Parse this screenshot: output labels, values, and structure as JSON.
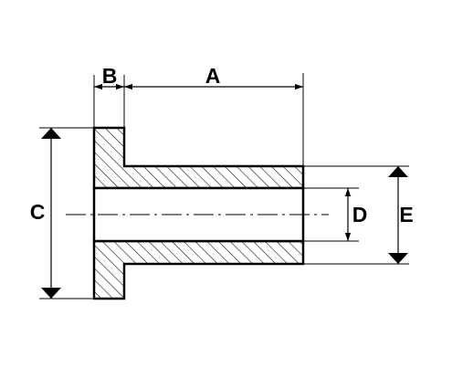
{
  "diagram": {
    "labels": {
      "A": "A",
      "B": "B",
      "C": "C",
      "D": "D",
      "E": "E"
    }
  },
  "colors": {
    "line": "#000000",
    "background": "#ffffff"
  }
}
